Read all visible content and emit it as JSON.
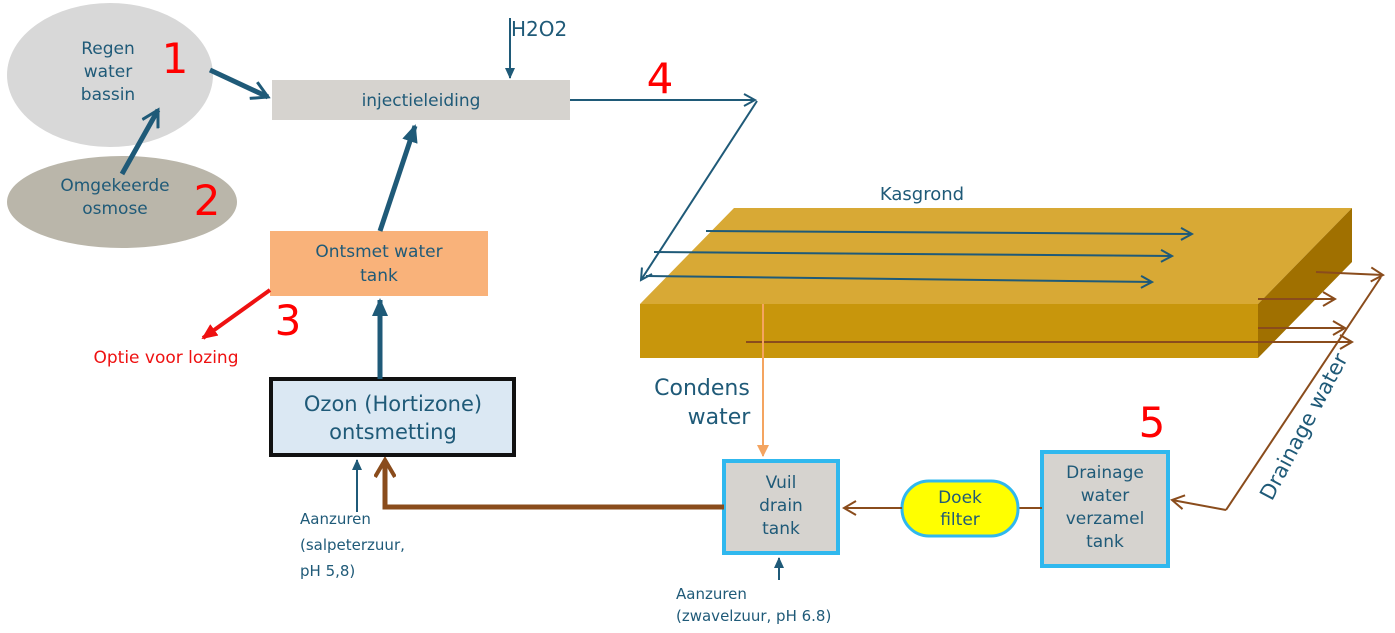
{
  "nodes": {
    "regen": [
      "Regen",
      "water",
      "bassin"
    ],
    "osmose": [
      "Omgekeerde",
      "osmose"
    ],
    "injectie": "injectieleiding",
    "h2o2": "H2O2",
    "ontsmet": [
      "Ontsmet water",
      "tank"
    ],
    "lozing": "Optie voor lozing",
    "ozon": [
      "Ozon (Hortizone)",
      "ontsmetting"
    ],
    "aanzuren1": [
      "Aanzuren",
      "(salpeterzuur,",
      "pH 5,8)"
    ],
    "kasgrond": "Kasgrond",
    "condens": [
      "Condens",
      "water"
    ],
    "vuil": [
      "Vuil",
      "drain",
      "tank"
    ],
    "doek": [
      "Doek",
      "filter"
    ],
    "drainage_tank": [
      "Drainage",
      "water",
      "verzamel",
      "tank"
    ],
    "drainage_water": "Drainage water",
    "aanzuren2": [
      "Aanzuren",
      "(zwavelzuur, pH 6.8)"
    ]
  },
  "step_numbers": {
    "n1": "1",
    "n2": "2",
    "n3": "3",
    "n4": "4",
    "n5": "5"
  },
  "colors": {
    "dark_blue": "#1f5a78",
    "red": "#ff0000",
    "brown": "#8a4c1c",
    "light_grey": "#d4d0cc",
    "orange_fill": "#f9b27a",
    "light_blue_fill": "#dbe8f3",
    "cyan_border": "#30b8ee",
    "yellow": "#ffff00",
    "soil_top": "#d8a935",
    "soil_front": "#c8960c",
    "soil_side": "#a07000",
    "condens_line": "#f4a460"
  }
}
